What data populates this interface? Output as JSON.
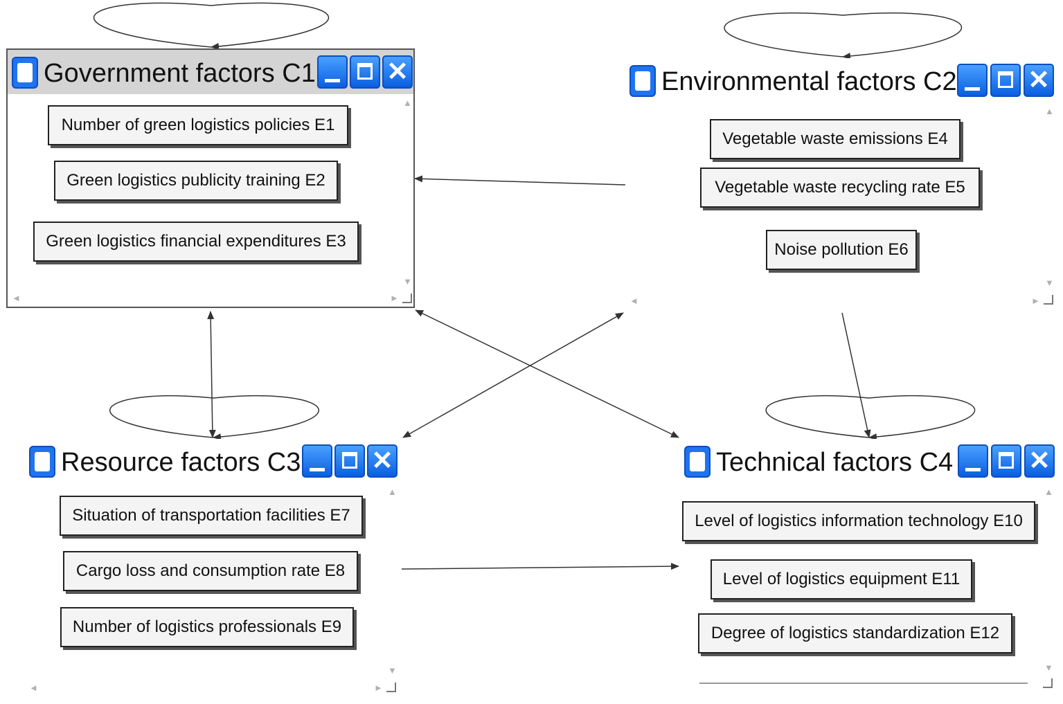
{
  "clusters": [
    {
      "id": "C1",
      "title": "Government factors C1",
      "elements": [
        "Number of green logistics policies E1",
        "Green logistics publicity training E2",
        "Green logistics financial expenditures E3"
      ]
    },
    {
      "id": "C2",
      "title": "Environmental factors C2",
      "elements": [
        "Vegetable waste emissions E4",
        "Vegetable waste recycling rate E5",
        "Noise pollution E6"
      ]
    },
    {
      "id": "C3",
      "title": "Resource factors C3",
      "elements": [
        "Situation of transportation facilities E7",
        "Cargo loss and consumption rate E8",
        "Number of logistics professionals E9"
      ]
    },
    {
      "id": "C4",
      "title": "Technical factors C4",
      "elements": [
        "Level of logistics information technology E10",
        "Level of logistics equipment E11",
        "Degree of logistics standardization E12"
      ]
    }
  ],
  "window_controls": {
    "close_glyph": "✕"
  },
  "scroll_glyphs": {
    "up": "▲",
    "down": "▼",
    "left": "◄",
    "right": "►"
  },
  "links": [
    {
      "from": "C2",
      "to": "C1",
      "direction": "one-way"
    },
    {
      "from": "C1",
      "to": "C3",
      "direction": "two-way"
    },
    {
      "from": "C1",
      "to": "C4",
      "direction": "two-way"
    },
    {
      "from": "C2",
      "to": "C3",
      "direction": "two-way"
    },
    {
      "from": "C2",
      "to": "C4",
      "direction": "one-way"
    },
    {
      "from": "C3",
      "to": "C4",
      "direction": "one-way"
    },
    {
      "from": "C1",
      "to": "C1",
      "direction": "self-loop"
    },
    {
      "from": "C2",
      "to": "C2",
      "direction": "self-loop"
    },
    {
      "from": "C3",
      "to": "C3",
      "direction": "self-loop"
    },
    {
      "from": "C4",
      "to": "C4",
      "direction": "self-loop"
    }
  ],
  "colors": {
    "control_blue": "#1f74f0",
    "active_titlebar": "#d4d4d4",
    "link_line": "#333333"
  }
}
